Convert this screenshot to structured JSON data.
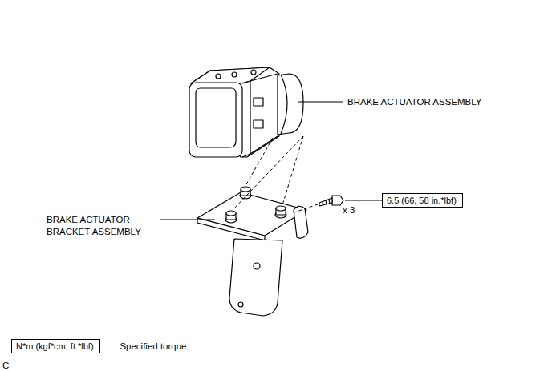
{
  "diagram": {
    "nodes": [
      {
        "text": [
          "6.5 (66, 58 in.*lbf)"
        ]
      },
      {
        "text": [
          "N*m (kgf*cm, ft.*lbf)"
        ]
      }
    ],
    "labels": [
      "BRAKE ACTUATOR ASSEMBLY",
      "BRAKE ACTUATOR BRACKET ASSEMBLY",
      "x 3",
      ": Specified torque",
      "C"
    ]
  }
}
